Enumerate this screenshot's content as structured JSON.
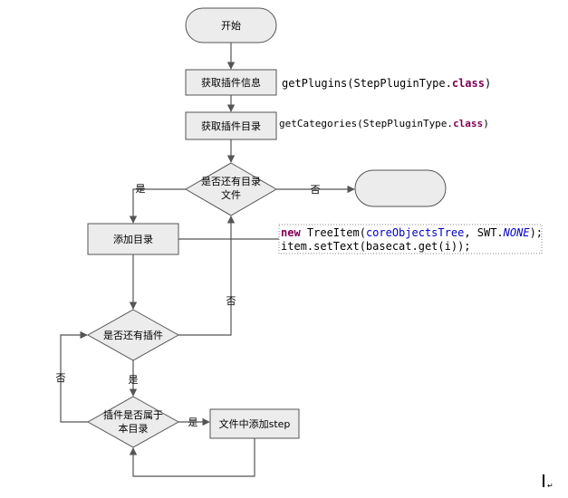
{
  "nodes": {
    "start": "开始",
    "get_plugin_info": "获取插件信息",
    "get_plugin_dirs": "获取插件目录",
    "has_more_dirs_line1": "是否还有目录",
    "has_more_dirs_line2": "文件",
    "end": "",
    "add_dir": "添加目录",
    "has_more_plugins": "是否还有插件",
    "belongs_line1": "插件是否属于",
    "belongs_line2": "本目录",
    "add_step": "文件中添加step"
  },
  "edge_labels": {
    "yes_dirs": "是",
    "no_dirs": "否",
    "no_plugins": "否",
    "yes_plugins": "是",
    "no_belongs": "否",
    "yes_belongs": "是"
  },
  "annotations": {
    "get_plugins": {
      "prefix": "getPlugins(StepPluginType.",
      "keyword": "class",
      "suffix": ")"
    },
    "get_categories": {
      "prefix": "getCategories(StepPluginType.",
      "keyword": "class",
      "suffix": ")"
    },
    "tree_item": {
      "kw_new": "new",
      "class_name": " TreeItem(",
      "arg1": "coreObjectsTree",
      "sep": ", SWT.",
      "const": "NONE",
      "end": ");",
      "line2": "item.setText(basecat.get(i));"
    }
  },
  "colors": {
    "node_fill": "#ececec",
    "stroke": "#555555",
    "keyword": "#7f0055",
    "field": "#0000c0"
  }
}
